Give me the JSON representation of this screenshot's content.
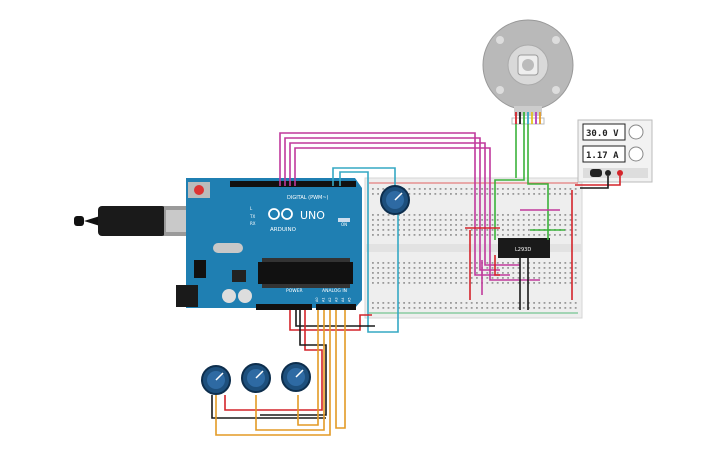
{
  "arduino": {
    "logo_text": "ARDUINO",
    "model": "UNO",
    "digital_header": "DIGITAL (PWM~)",
    "power_header": "POWER",
    "analog_header": "ANALOG IN",
    "on_label": "ON",
    "tx_label": "TX",
    "rx_label": "RX",
    "l_label": "L",
    "analog_pins": [
      "A0",
      "A1",
      "A2",
      "A3",
      "A4",
      "A5"
    ]
  },
  "power_supply": {
    "voltage": "30.0 V",
    "current": "1.17 A"
  },
  "driver_chip": {
    "label": "L293D"
  },
  "colors": {
    "board": "#1f7fb2",
    "breadboard": "#eeeeee",
    "wire_magenta": "#c0399c",
    "wire_cyan": "#35a8c4",
    "wire_green": "#3bb33b",
    "wire_red": "#d4242a",
    "wire_black": "#1a1a1a",
    "wire_orange": "#e39a25",
    "motor_body": "#b9b9b9",
    "knob": "#1d4f7c"
  },
  "icons": {
    "arduino_logo": "infinity-logo-icon",
    "reset": "reset-button-icon",
    "potentiometer": "potentiometer-knob-icon",
    "motor": "dc-motor-icon"
  }
}
